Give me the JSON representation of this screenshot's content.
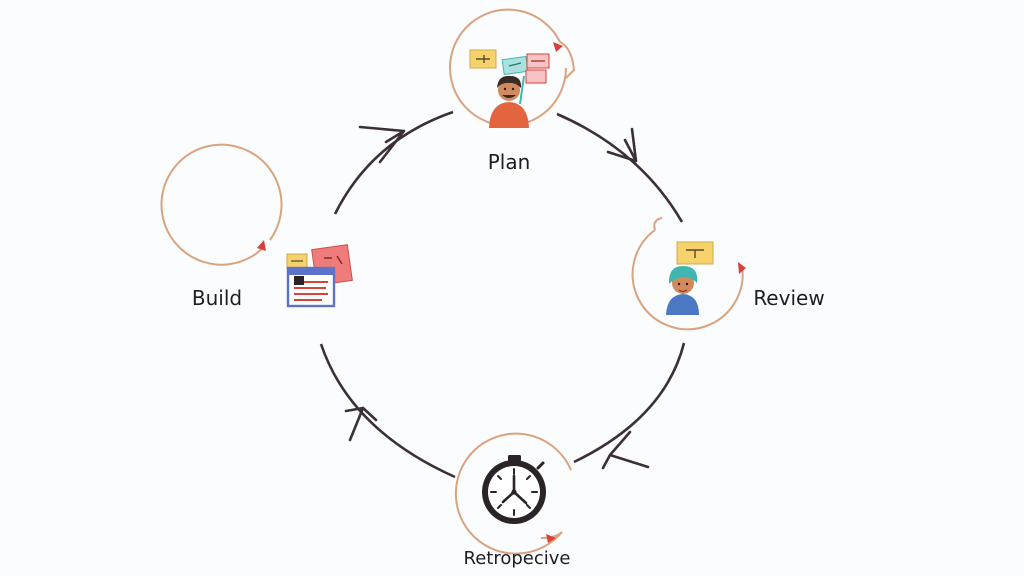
{
  "diagram": {
    "stages": [
      {
        "id": "plan",
        "label": "Plan",
        "illustration": "person-with-sticky-notes"
      },
      {
        "id": "review",
        "label": "Review",
        "illustration": "person-with-speech-note"
      },
      {
        "id": "retrospective",
        "label": "Retropecive",
        "illustration": "stopwatch"
      },
      {
        "id": "build",
        "label": "Build",
        "illustration": "documents-and-sticky-notes"
      }
    ],
    "flow_direction": "clockwise"
  },
  "colors": {
    "cycle_line": "#3b2f3a",
    "node_ring": "#d9a37f",
    "accent_red": "#d8403a",
    "sticky_yellow": "#f5d26b",
    "sticky_pink": "#ef7b7b",
    "sticky_teal": "#63c4c0",
    "shirt_orange": "#e4643f",
    "shirt_blue": "#4a78c2",
    "skin": "#d08a5c",
    "hair_teal": "#3fb7b0",
    "paper_blue": "#5b74c9"
  }
}
